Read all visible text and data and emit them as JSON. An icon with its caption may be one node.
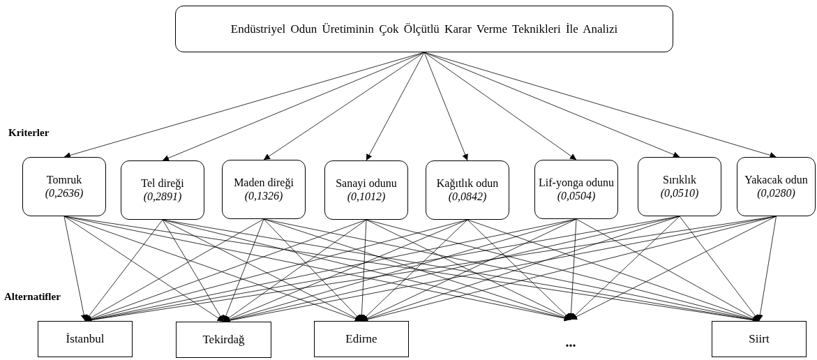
{
  "diagram": {
    "nodes": [
      {
        "text": [
          "Endüstriyel Odun Üretiminin Çok Ölçütlü Karar Verme Teknikleri İle Analizi"
        ]
      },
      {
        "text": [
          "Tomruk",
          "(0,2636)"
        ]
      },
      {
        "text": [
          "Tel direği",
          "(0,2891)"
        ]
      },
      {
        "text": [
          "Maden direği",
          "(0,1326)"
        ]
      },
      {
        "text": [
          "Sanayi odunu",
          "(0,1012)"
        ]
      },
      {
        "text": [
          "Kağıtlık odun",
          "(0,0842)"
        ]
      },
      {
        "text": [
          "Lif-yonga odunu",
          "(0,0504)"
        ]
      },
      {
        "text": [
          "Sırıklık",
          "(0,0510)"
        ]
      },
      {
        "text": [
          "Yakacak odun",
          "(0,0280)"
        ]
      },
      {
        "text": [
          "İstanbul"
        ]
      },
      {
        "text": [
          "Tekirdağ"
        ]
      },
      {
        "text": [
          "Edirne"
        ]
      },
      {
        "text": [
          "..."
        ]
      },
      {
        "text": [
          "Siirt"
        ]
      }
    ],
    "edges": [
      {
        "from": 0,
        "to": 1,
        "arrow": "to"
      },
      {
        "from": 0,
        "to": 2,
        "arrow": "to"
      },
      {
        "from": 0,
        "to": 3,
        "arrow": "to"
      },
      {
        "from": 0,
        "to": 4,
        "arrow": "to"
      },
      {
        "from": 0,
        "to": 5,
        "arrow": "to"
      },
      {
        "from": 0,
        "to": 6,
        "arrow": "to"
      },
      {
        "from": 0,
        "to": 7,
        "arrow": "to"
      },
      {
        "from": 0,
        "to": 8,
        "arrow": "to"
      },
      {
        "from": 1,
        "to": 9,
        "arrow": "to"
      },
      {
        "from": 1,
        "to": 10,
        "arrow": "to"
      },
      {
        "from": 1,
        "to": 11,
        "arrow": "to"
      },
      {
        "from": 1,
        "to": 12,
        "arrow": "to"
      },
      {
        "from": 1,
        "to": 13,
        "arrow": "to"
      },
      {
        "from": 2,
        "to": 9,
        "arrow": "to"
      },
      {
        "from": 2,
        "to": 10,
        "arrow": "to"
      },
      {
        "from": 2,
        "to": 11,
        "arrow": "to"
      },
      {
        "from": 2,
        "to": 12,
        "arrow": "to"
      },
      {
        "from": 2,
        "to": 13,
        "arrow": "to"
      },
      {
        "from": 3,
        "to": 9,
        "arrow": "to"
      },
      {
        "from": 3,
        "to": 10,
        "arrow": "to"
      },
      {
        "from": 3,
        "to": 11,
        "arrow": "to"
      },
      {
        "from": 3,
        "to": 12,
        "arrow": "to"
      },
      {
        "from": 3,
        "to": 13,
        "arrow": "to"
      },
      {
        "from": 4,
        "to": 9,
        "arrow": "to"
      },
      {
        "from": 4,
        "to": 10,
        "arrow": "to"
      },
      {
        "from": 4,
        "to": 11,
        "arrow": "to"
      },
      {
        "from": 4,
        "to": 12,
        "arrow": "to"
      },
      {
        "from": 4,
        "to": 13,
        "arrow": "to"
      },
      {
        "from": 5,
        "to": 9,
        "arrow": "to"
      },
      {
        "from": 5,
        "to": 10,
        "arrow": "to"
      },
      {
        "from": 5,
        "to": 11,
        "arrow": "to"
      },
      {
        "from": 5,
        "to": 12,
        "arrow": "to"
      },
      {
        "from": 5,
        "to": 13,
        "arrow": "to"
      },
      {
        "from": 6,
        "to": 9,
        "arrow": "to"
      },
      {
        "from": 6,
        "to": 10,
        "arrow": "to"
      },
      {
        "from": 6,
        "to": 11,
        "arrow": "to"
      },
      {
        "from": 6,
        "to": 12,
        "arrow": "to"
      },
      {
        "from": 6,
        "to": 13,
        "arrow": "to"
      },
      {
        "from": 7,
        "to": 9,
        "arrow": "to"
      },
      {
        "from": 7,
        "to": 10,
        "arrow": "to"
      },
      {
        "from": 7,
        "to": 11,
        "arrow": "to"
      },
      {
        "from": 7,
        "to": 12,
        "arrow": "to"
      },
      {
        "from": 7,
        "to": 13,
        "arrow": "to"
      },
      {
        "from": 8,
        "to": 9,
        "arrow": "to"
      },
      {
        "from": 8,
        "to": 10,
        "arrow": "to"
      },
      {
        "from": 8,
        "to": 11,
        "arrow": "to"
      },
      {
        "from": 8,
        "to": 12,
        "arrow": "to"
      },
      {
        "from": 8,
        "to": 13,
        "arrow": "to"
      }
    ],
    "labels": [
      "Kriterler",
      "Alternatifler"
    ]
  }
}
